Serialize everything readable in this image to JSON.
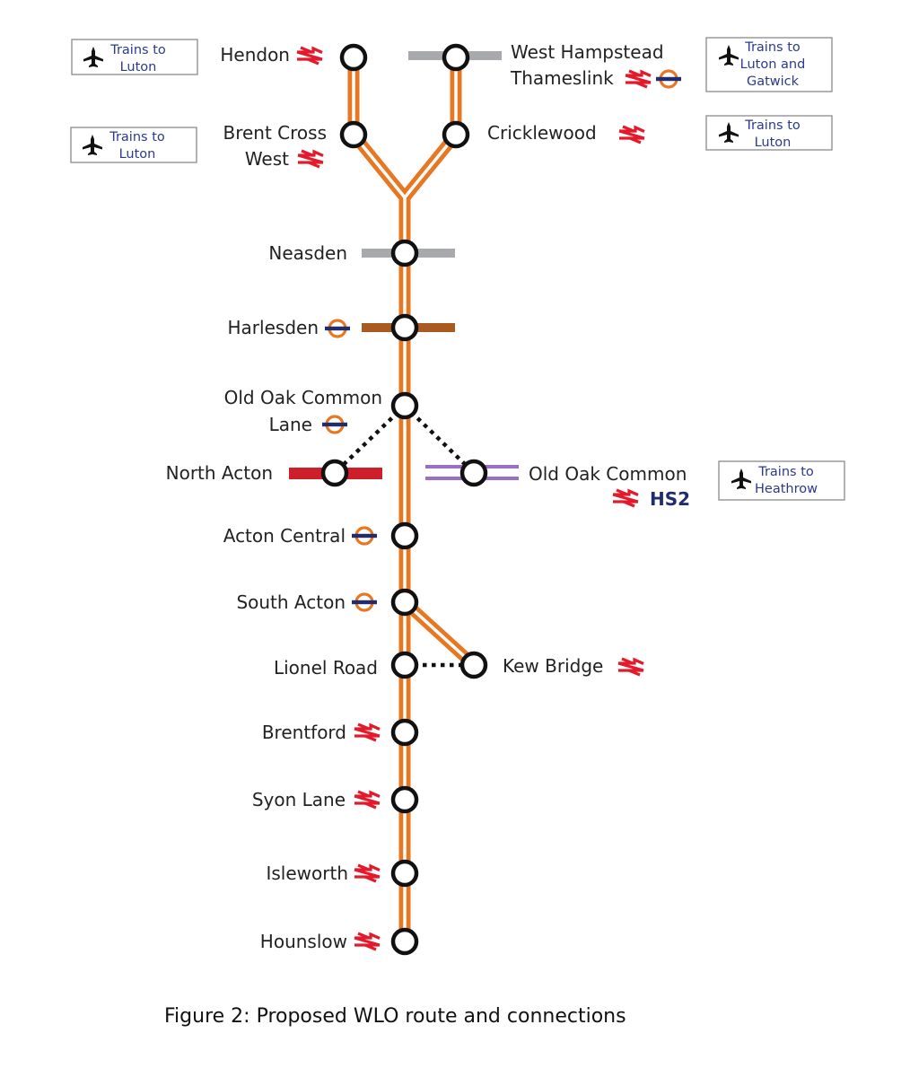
{
  "colors": {
    "route_orange": "#e87722",
    "station_ring": "#111111",
    "rail_red": "#e21a2c",
    "underground_blue": "#1f2d6e",
    "underground_orange": "#e87722",
    "connector_grey": "#a7a9ac",
    "connector_brown": "#a85a20",
    "connector_red": "#cc1f2a",
    "connector_purple": "#9b6fc6",
    "airport_text": "#2b3a8e"
  },
  "stations": {
    "hendon": "Hendon",
    "west_hampstead_1": "West Hampstead",
    "west_hampstead_2": "Thameslink",
    "brent_cross_1": "Brent Cross",
    "brent_cross_2": "West",
    "cricklewood": "Cricklewood",
    "neasden": "Neasden",
    "harlesden": "Harlesden",
    "old_oak_lane_1": "Old Oak Common",
    "old_oak_lane_2": "Lane",
    "north_acton": "North Acton",
    "old_oak_hs2": "Old Oak Common",
    "hs2": "HS2",
    "acton_central": "Acton Central",
    "south_acton": "South Acton",
    "lionel_road": "Lionel Road",
    "kew_bridge": "Kew Bridge",
    "brentford": "Brentford",
    "syon_lane": "Syon Lane",
    "isleworth": "Isleworth",
    "hounslow": "Hounslow"
  },
  "airport_boxes": {
    "hendon_1": "Trains to",
    "hendon_2": "Luton",
    "brent_cross_1": "Trains to",
    "brent_cross_2": "Luton",
    "west_hampstead_1": "Trains to",
    "west_hampstead_2": "Luton and",
    "west_hampstead_3": "Gatwick",
    "cricklewood_1": "Trains to",
    "cricklewood_2": "Luton",
    "old_oak_1": "Trains to",
    "old_oak_2": "Heathrow"
  },
  "icons": {
    "national_rail": "national-rail-icon",
    "underground": "underground-roundel-icon",
    "airport": "airplane-icon"
  },
  "caption": "Figure 2: Proposed WLO route and connections"
}
